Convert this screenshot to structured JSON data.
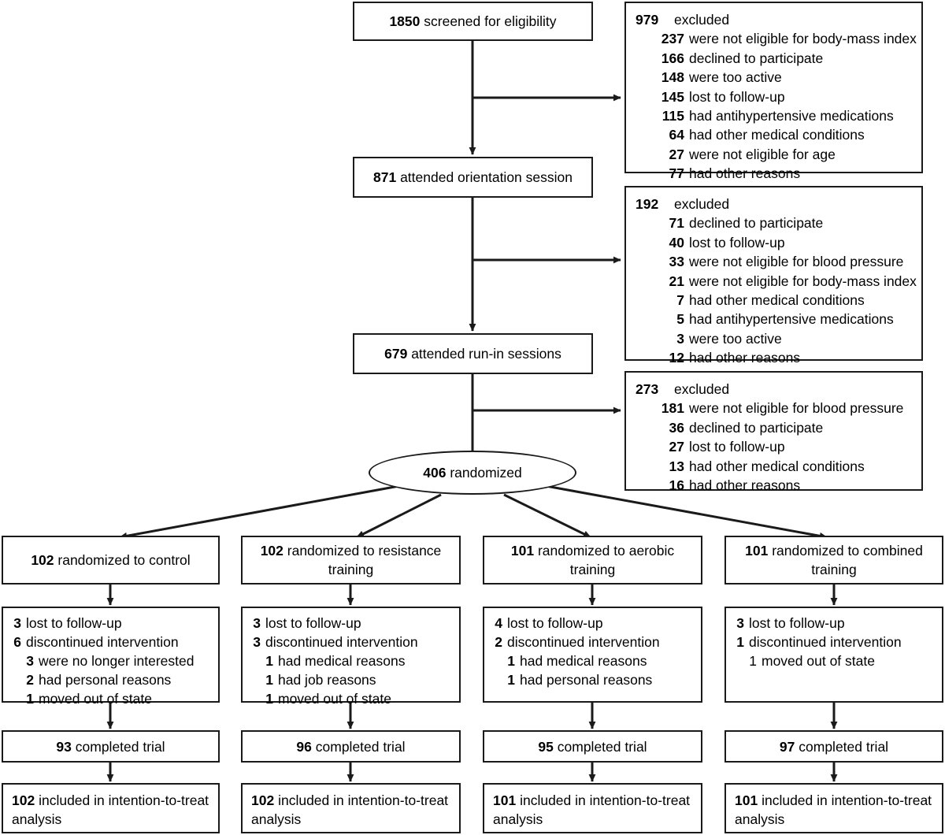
{
  "diagram": {
    "type": "consort-flow-diagram",
    "title": "CONSORT participant flow"
  },
  "colors": {
    "stroke": "#1a1a1a",
    "background": "#ffffff",
    "text": "#000000"
  },
  "main_flow": {
    "screened": {
      "n": "1850",
      "text": "screened for eligibility"
    },
    "orientation": {
      "n": "871",
      "text": "attended orientation session"
    },
    "runin": {
      "n": "679",
      "text": "attended run-in sessions"
    },
    "randomized": {
      "n": "406",
      "text": "randomized"
    }
  },
  "exclusions": [
    {
      "header": {
        "n": "979",
        "text": "excluded"
      },
      "reasons": [
        {
          "n": "237",
          "text": "were not eligible for body-mass index"
        },
        {
          "n": "166",
          "text": "declined to participate"
        },
        {
          "n": "148",
          "text": "were too active"
        },
        {
          "n": "145",
          "text": "lost to follow-up"
        },
        {
          "n": "115",
          "text": "had antihypertensive medications"
        },
        {
          "n": "64",
          "text": "had other medical conditions"
        },
        {
          "n": "27",
          "text": "were not eligible for age"
        },
        {
          "n": "77",
          "text": "had other reasons"
        }
      ]
    },
    {
      "header": {
        "n": "192",
        "text": "excluded"
      },
      "reasons": [
        {
          "n": "71",
          "text": "declined to participate"
        },
        {
          "n": "40",
          "text": "lost to follow-up"
        },
        {
          "n": "33",
          "text": "were not eligible for blood pressure"
        },
        {
          "n": "21",
          "text": "were not eligible for body-mass index"
        },
        {
          "n": "7",
          "text": "had other medical conditions"
        },
        {
          "n": "5",
          "text": "had antihypertensive medications"
        },
        {
          "n": "3",
          "text": "were too active"
        },
        {
          "n": "12",
          "text": "had other reasons"
        }
      ]
    },
    {
      "header": {
        "n": "273",
        "text": "excluded"
      },
      "reasons": [
        {
          "n": "181",
          "text": "were not eligible for blood pressure"
        },
        {
          "n": "36",
          "text": "declined to participate"
        },
        {
          "n": "27",
          "text": "lost to follow-up"
        },
        {
          "n": "13",
          "text": "had other medical conditions"
        },
        {
          "n": "16",
          "text": "had other reasons"
        }
      ]
    }
  ],
  "arms": [
    {
      "allocation": {
        "n": "102",
        "text": "randomized to control"
      },
      "followup": [
        {
          "n": "3",
          "text": "lost to follow-up",
          "indent": 0,
          "bold": true
        },
        {
          "n": "6",
          "text": "discontinued intervention",
          "indent": 0,
          "bold": true
        },
        {
          "n": "3",
          "text": "were no longer interested",
          "indent": 1,
          "bold": true
        },
        {
          "n": "2",
          "text": "had personal reasons",
          "indent": 1,
          "bold": true
        },
        {
          "n": "1",
          "text": "moved out of state",
          "indent": 1,
          "bold": true
        }
      ],
      "completed": {
        "n": "93",
        "text": "completed trial"
      },
      "analysis": {
        "n": "102",
        "text": "included in intention-to-treat analysis"
      }
    },
    {
      "allocation": {
        "n": "102",
        "text": "randomized to resistance training"
      },
      "followup": [
        {
          "n": "3",
          "text": "lost to follow-up",
          "indent": 0,
          "bold": true
        },
        {
          "n": "3",
          "text": "discontinued intervention",
          "indent": 0,
          "bold": true
        },
        {
          "n": "1",
          "text": "had medical reasons",
          "indent": 1,
          "bold": true
        },
        {
          "n": "1",
          "text": "had job reasons",
          "indent": 1,
          "bold": true
        },
        {
          "n": "1",
          "text": "moved out of state",
          "indent": 1,
          "bold": true
        }
      ],
      "completed": {
        "n": "96",
        "text": "completed trial"
      },
      "analysis": {
        "n": "102",
        "text": "included in intention-to-treat analysis"
      }
    },
    {
      "allocation": {
        "n": "101",
        "text": "randomized to aerobic training"
      },
      "followup": [
        {
          "n": "4",
          "text": "lost to follow-up",
          "indent": 0,
          "bold": true
        },
        {
          "n": "2",
          "text": "discontinued intervention",
          "indent": 0,
          "bold": true
        },
        {
          "n": "1",
          "text": "had medical reasons",
          "indent": 1,
          "bold": true
        },
        {
          "n": "1",
          "text": "had personal reasons",
          "indent": 1,
          "bold": true
        }
      ],
      "completed": {
        "n": "95",
        "text": "completed trial"
      },
      "analysis": {
        "n": "101",
        "text": "included in intention-to-treat analysis"
      }
    },
    {
      "allocation": {
        "n": "101",
        "text": "randomized to combined training"
      },
      "followup": [
        {
          "n": "3",
          "text": "lost to follow-up",
          "indent": 0,
          "bold": true
        },
        {
          "n": "1",
          "text": "discontinued intervention",
          "indent": 0,
          "bold": true
        },
        {
          "n": "1",
          "text": "moved out of state",
          "indent": 1,
          "bold": false
        }
      ],
      "completed": {
        "n": "97",
        "text": "completed trial"
      },
      "analysis": {
        "n": "101",
        "text": "included in intention-to-treat analysis"
      }
    }
  ]
}
